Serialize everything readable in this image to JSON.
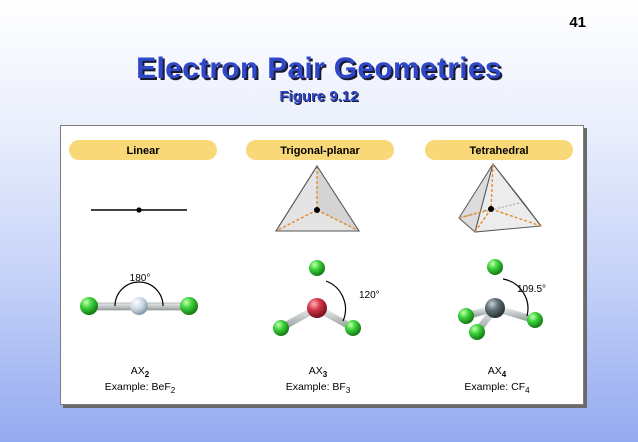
{
  "page_number": "41",
  "title": "Electron Pair Geometries",
  "subtitle": "Figure 9.12",
  "geometries": [
    {
      "name": "Linear",
      "angle": "180°",
      "formula_base": "AX",
      "formula_sub": "2",
      "example_prefix": "Example: BeF",
      "example_sub": "2",
      "center_color": "#c9d7e4"
    },
    {
      "name": "Trigonal-planar",
      "angle": "120°",
      "formula_base": "AX",
      "formula_sub": "3",
      "example_prefix": "Example: BF",
      "example_sub": "3",
      "center_color": "#d2354a"
    },
    {
      "name": "Tetrahedral",
      "angle": "109.5°",
      "formula_base": "AX",
      "formula_sub": "4",
      "example_prefix": "Example: CF",
      "example_sub": "4",
      "center_color": "#5f6f73"
    }
  ],
  "colors": {
    "title": "#2f47c9",
    "label_pill": "#f9d877",
    "atom": "#3bd23b",
    "bond": "#b8bdbd",
    "dashed": "#e8892a"
  }
}
